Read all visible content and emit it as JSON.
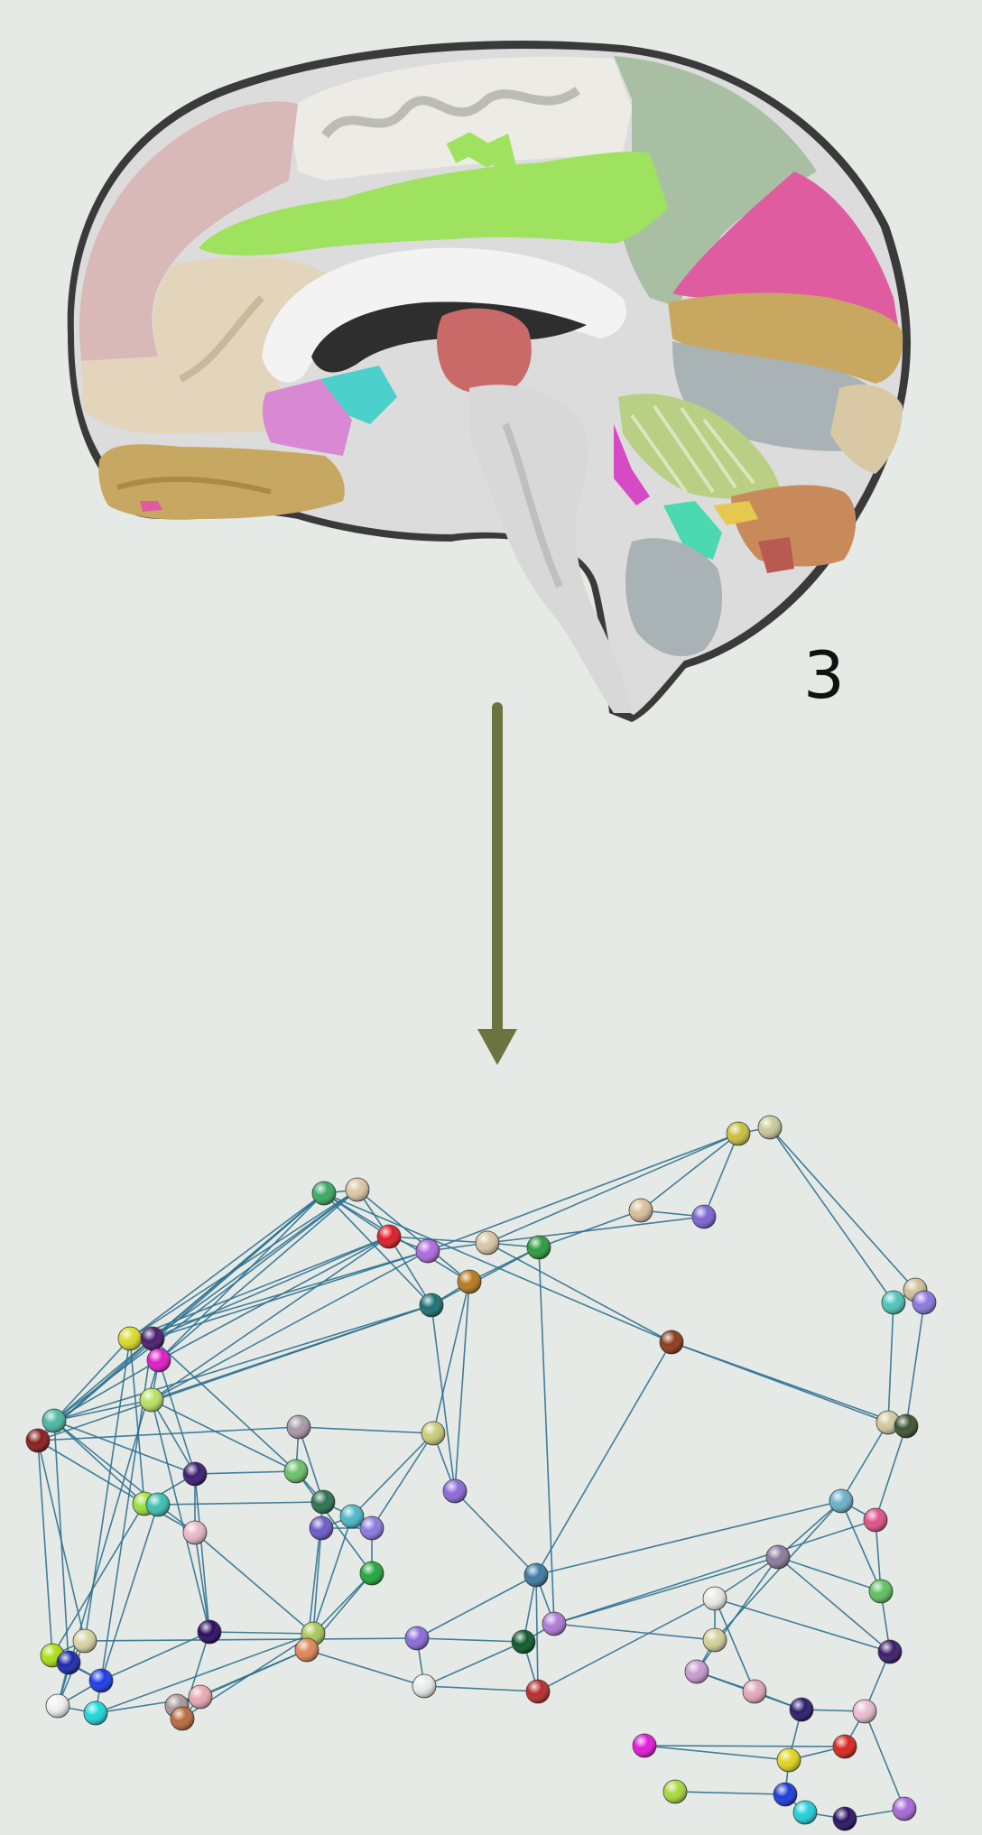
{
  "panel_label": "3",
  "colors": {
    "background": "#e6eae6",
    "arrow": "#6b7340",
    "edge": "#2f7190"
  },
  "brain_regions": [
    {
      "name": "region-pink-frontal",
      "color": "#d9b8b8"
    },
    {
      "name": "region-white-superior",
      "color": "#ecebe6"
    },
    {
      "name": "region-sage-parietal",
      "color": "#a9bfa3"
    },
    {
      "name": "region-green-cingulate",
      "color": "#9fe25f"
    },
    {
      "name": "region-magenta-occipital",
      "color": "#e05ca1"
    },
    {
      "name": "region-beige-orbital",
      "color": "#e3d4bc"
    },
    {
      "name": "region-tan-inferior",
      "color": "#c7a862"
    },
    {
      "name": "region-gold-occipital",
      "color": "#c8a861"
    },
    {
      "name": "region-grey-occipital",
      "color": "#a9b2b4"
    },
    {
      "name": "region-thalamus",
      "color": "#c96a68"
    },
    {
      "name": "region-cyan-subcallosal",
      "color": "#4cd0cc"
    },
    {
      "name": "region-orchid-septal",
      "color": "#d989d4"
    },
    {
      "name": "region-lime-cerebellar",
      "color": "#b8cf84"
    },
    {
      "name": "region-copper-temporal",
      "color": "#c98a5b"
    },
    {
      "name": "region-teal-hippocampal",
      "color": "#4ad9b1"
    },
    {
      "name": "region-brainstem",
      "color": "#d8d8d8"
    }
  ]
}
